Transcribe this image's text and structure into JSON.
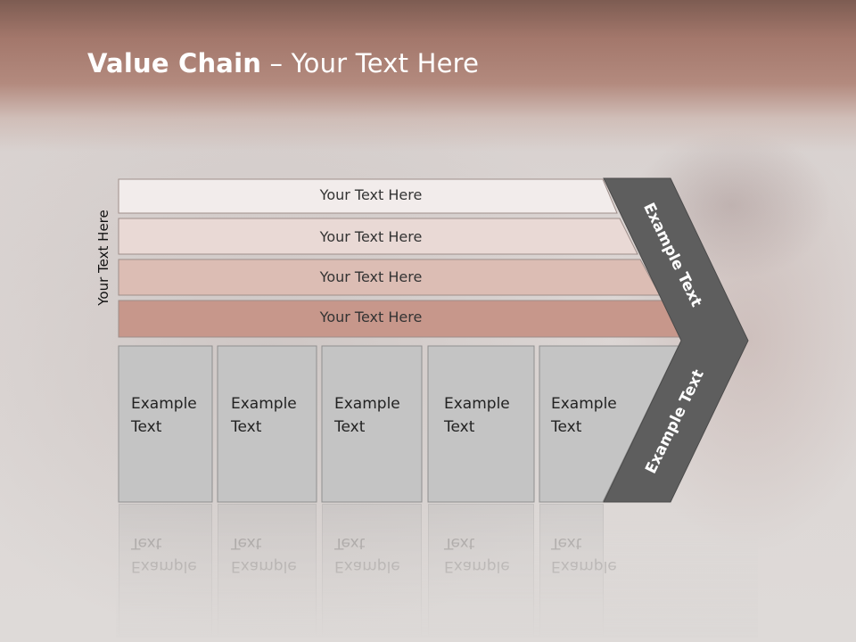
{
  "title": {
    "bold": "Value Chain",
    "rest": " – Your Text Here"
  },
  "side_label": "Your Text Here",
  "bars": [
    {
      "label": "Your Text Here",
      "fill": "#f2eceb"
    },
    {
      "label": "Your Text Here",
      "fill": "#e9d9d5"
    },
    {
      "label": "Your Text Here",
      "fill": "#dcbdb4"
    },
    {
      "label": "Your Text Here",
      "fill": "#c7978b"
    }
  ],
  "boxes": [
    {
      "label_line1": "Example",
      "label_line2": "Text"
    },
    {
      "label_line1": "Example",
      "label_line2": "Text"
    },
    {
      "label_line1": "Example",
      "label_line2": "Text"
    },
    {
      "label_line1": "Example",
      "label_line2": "Text"
    },
    {
      "label_line1": "Example",
      "label_line2": "Text"
    }
  ],
  "arrow": {
    "upper_label": "Example Text",
    "lower_label": "Example Text",
    "fill": "#5e5e5e"
  },
  "colors": {
    "header": "#a3776b",
    "box_fill": "#c4c4c4",
    "box_border": "#8f8f8f"
  }
}
